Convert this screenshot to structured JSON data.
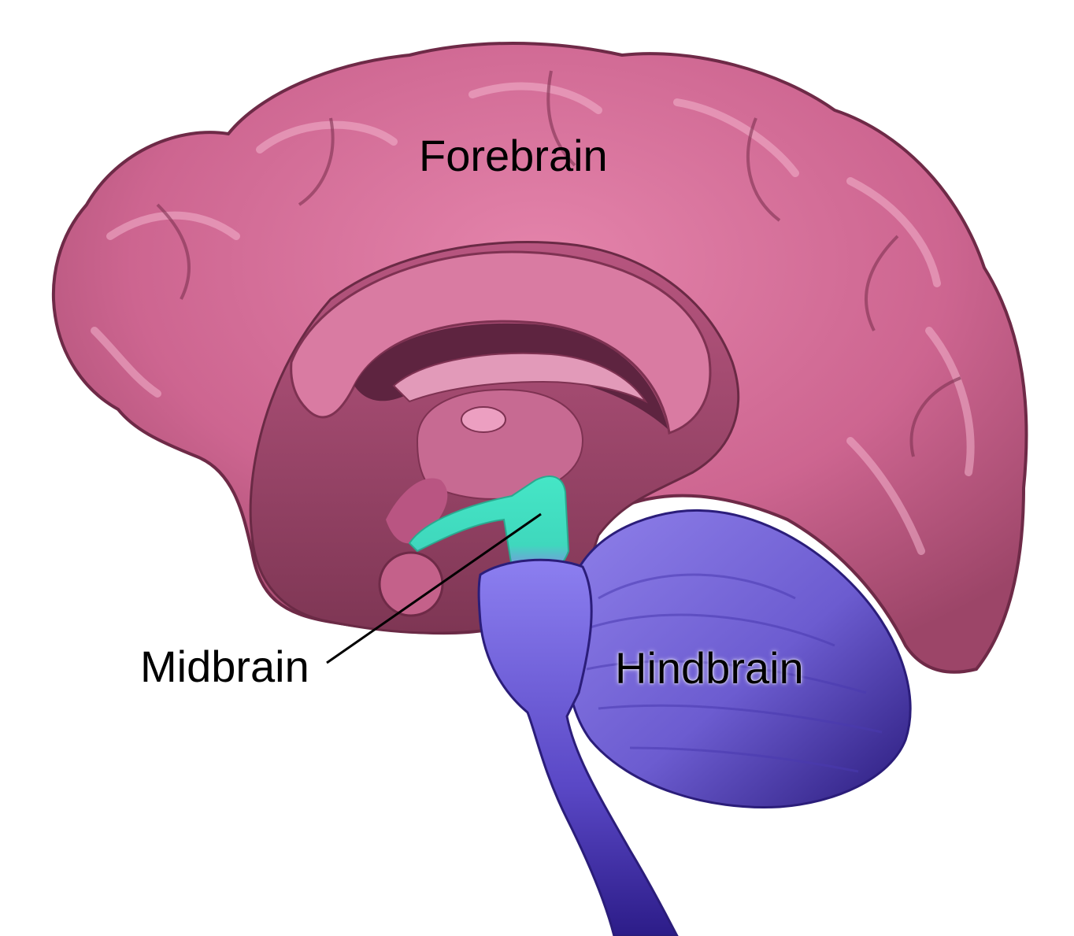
{
  "labels": {
    "forebrain": "Forebrain",
    "midbrain": "Midbrain",
    "hindbrain": "Hindbrain"
  },
  "colors": {
    "forebrain": "#c85c86",
    "forebrain_shadow": "#8e3a5d",
    "forebrain_highlight": "#f0a9c6",
    "inner_dark": "#7a3350",
    "midbrain": "#3fe0c0",
    "hindbrain": "#7766d6",
    "hindbrain_dark": "#2e1f86",
    "background": "#ffffff",
    "leader_line": "#000000"
  }
}
